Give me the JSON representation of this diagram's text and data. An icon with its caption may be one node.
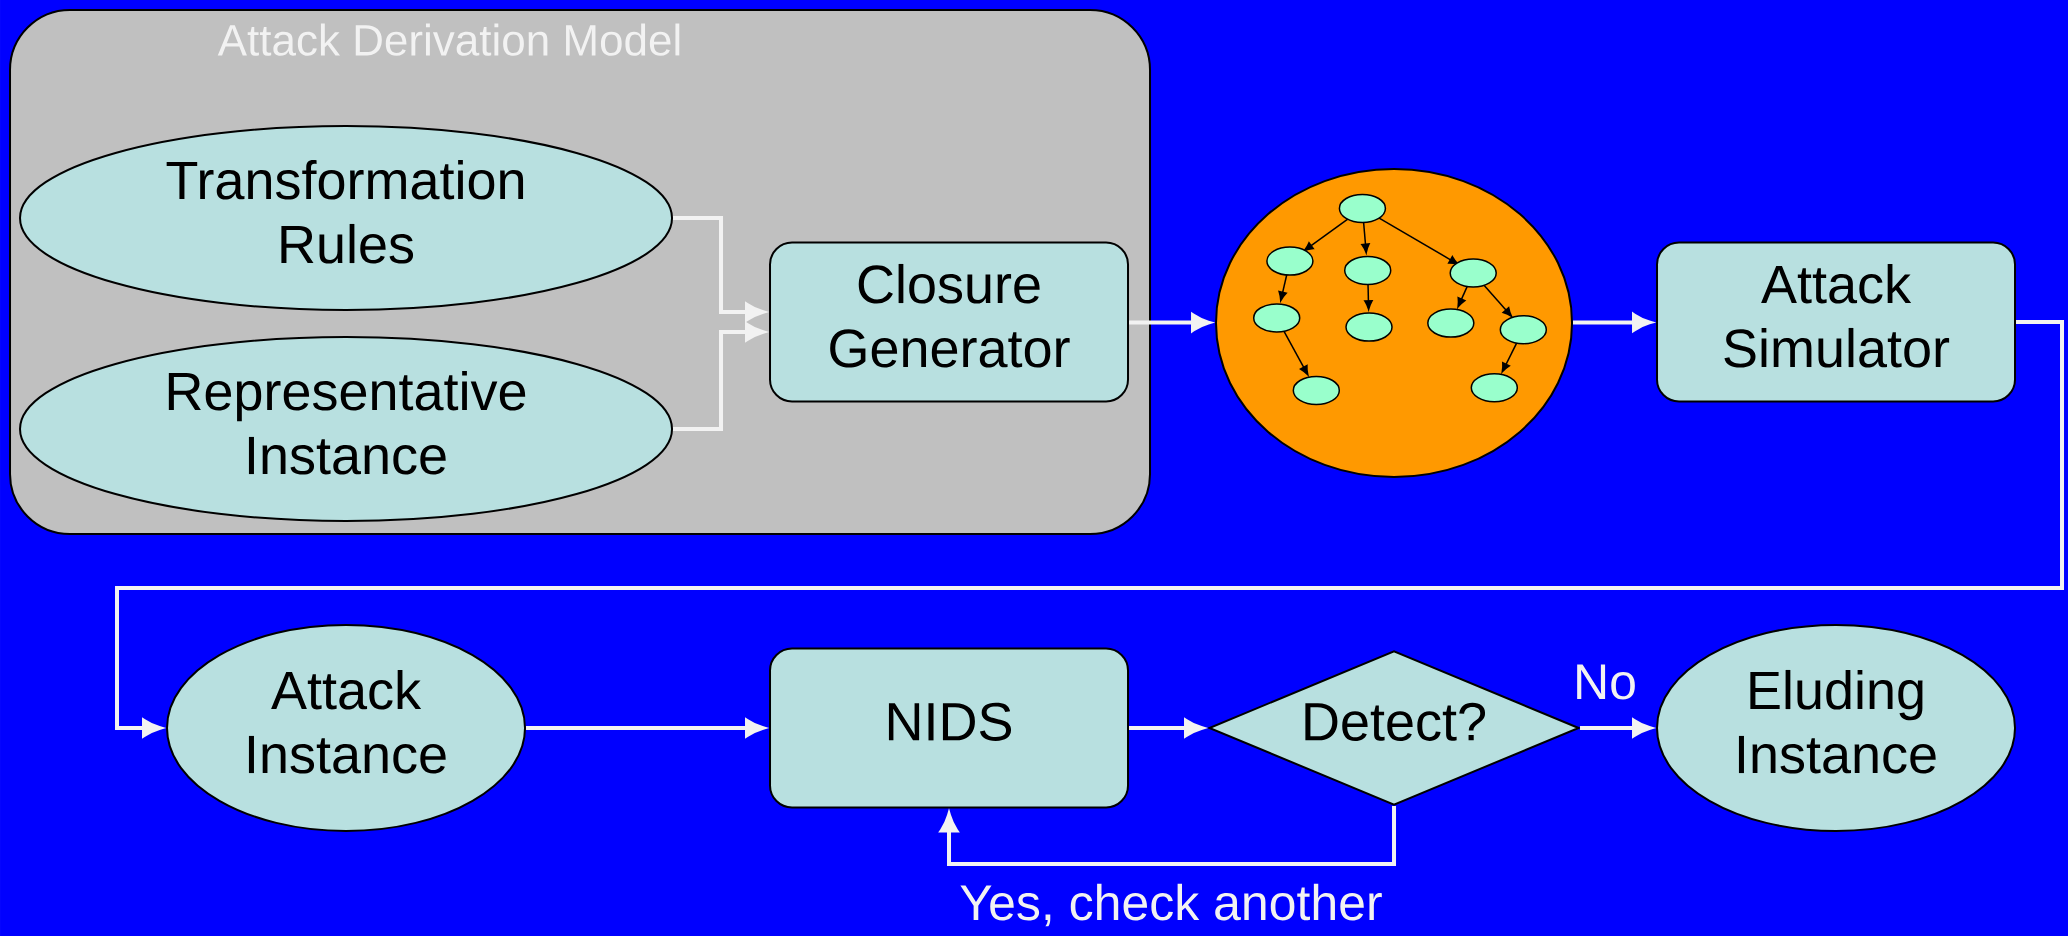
{
  "diagram": {
    "nodes": [
      {
        "text": [
          "Attack Derivation Model"
        ]
      },
      {
        "text": [
          "Transformation Rules"
        ],
        "in": 0
      },
      {
        "text": [
          "Representative Instance"
        ],
        "in": 0
      },
      {
        "text": [
          "Closure Generator"
        ],
        "in": 0
      },
      {
        "text": [],
        "shape": "circle"
      },
      {
        "text": [
          "Attack Simulator"
        ]
      },
      {
        "text": [
          "Attack Instance"
        ]
      },
      {
        "text": [
          "NIDS"
        ]
      },
      {
        "text": [
          "Detect?"
        ]
      },
      {
        "text": [
          "Eluding Instance"
        ]
      }
    ],
    "edges": [
      {
        "from": 1,
        "to": 3,
        "arrow": "to"
      },
      {
        "from": 2,
        "to": 3,
        "arrow": "to"
      },
      {
        "from": 3,
        "to": 4,
        "arrow": "to"
      },
      {
        "from": 4,
        "to": 5,
        "arrow": "to"
      },
      {
        "from": 5,
        "to": 6,
        "arrow": "to"
      },
      {
        "from": 6,
        "to": 7,
        "arrow": "to"
      },
      {
        "from": 7,
        "to": 8,
        "arrow": "to"
      },
      {
        "from": 8,
        "to": 9,
        "arrow": "to",
        "label": "No"
      },
      {
        "from": 8,
        "to": 7,
        "arrow": "to",
        "label": "Yes, check another"
      }
    ]
  }
}
